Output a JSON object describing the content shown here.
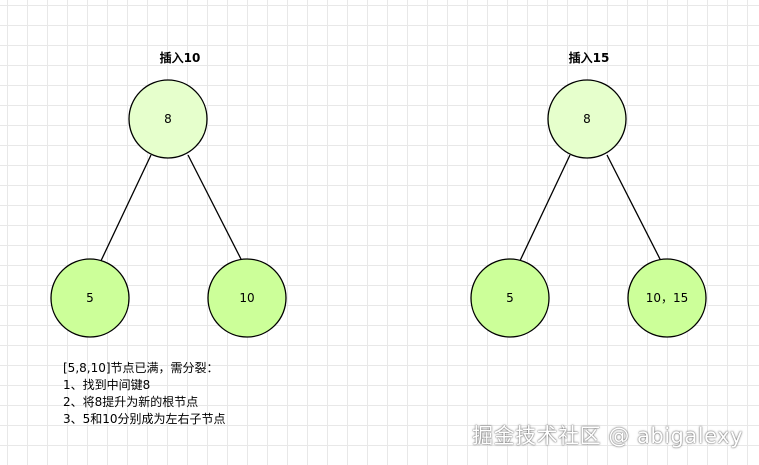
{
  "colors": {
    "root_fill": "#e6ffcc",
    "leaf_fill": "#ccff99",
    "stroke": "#000000"
  },
  "panels": [
    {
      "title": "插入10",
      "root": "8",
      "left_child": "5",
      "right_child": "10"
    },
    {
      "title": "插入15",
      "root": "8",
      "left_child": "5",
      "right_child": "10，15"
    }
  ],
  "note": {
    "lines": [
      "[5,8,10]节点已满，需分裂：",
      "1、找到中间键8",
      "2、将8提升为新的根节点",
      "3、5和10分别成为左右子节点"
    ]
  },
  "watermark": "掘金技术社区 @ abigalexy"
}
